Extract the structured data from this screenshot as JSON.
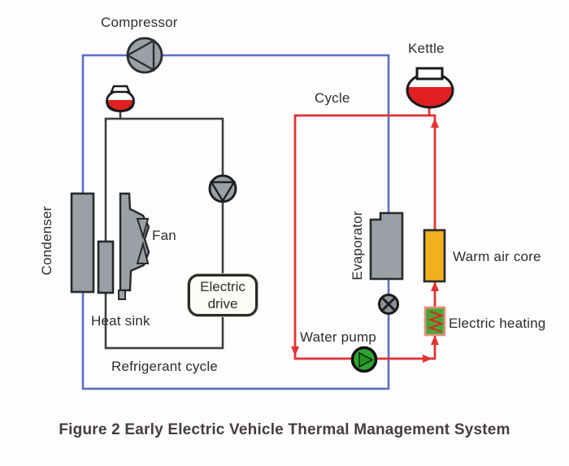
{
  "diagram": {
    "caption": "Figure 2 Early Electric Vehicle Thermal Management System",
    "loops": {
      "refrigerant": {
        "label": "Refrigerant cycle",
        "color": "#5b6fc4"
      },
      "coolant": {
        "label": "Cycle",
        "color": "#e23333"
      },
      "inner_fan": {
        "color": "#3f3f3f"
      }
    },
    "components": {
      "compressor": "Compressor",
      "kettle": "Kettle",
      "condenser": "Condenser",
      "fan": "Fan",
      "heat_sink": "Heat sink",
      "electric_drive": {
        "line1": "Electric",
        "line2": "drive"
      },
      "evaporator": "Evaporator",
      "warm_air_core": "Warm air core",
      "electric_heating": "Electric heating",
      "water_pump": "Water pump"
    },
    "icon_colors": {
      "component_gray": "#9aa0a6",
      "outline_dark": "#26282a",
      "warm_air_core_fill": "#f2b01e",
      "heater_green": "#49a838",
      "heater_border": "#e98f7f",
      "pump_green": "#2fa52f",
      "pump_triangle_green": "#22961c",
      "liquid_red": "#e02020"
    }
  }
}
